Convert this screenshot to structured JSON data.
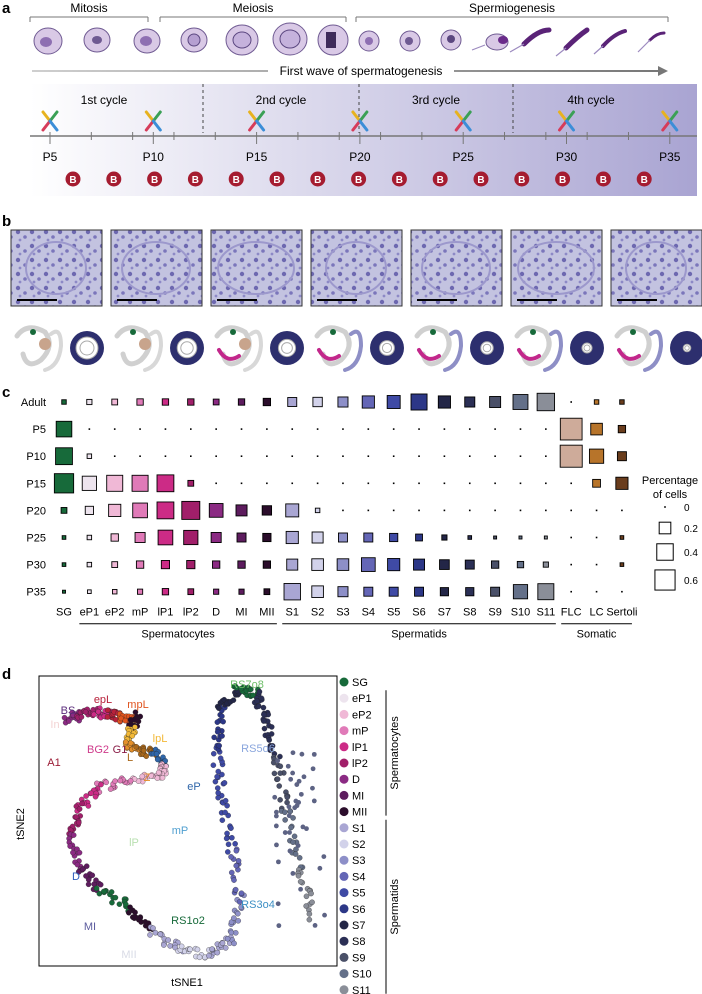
{
  "panel_a": {
    "label": "a",
    "stages": [
      "Mitosis",
      "Meiosis",
      "Spermiogenesis"
    ],
    "wave_label": "First wave of spermatogenesis",
    "cycles": [
      "1st cycle",
      "2nd cycle",
      "3rd cycle",
      "4th cycle"
    ],
    "ages": [
      "P5",
      "P10",
      "P15",
      "P20",
      "P25",
      "P30",
      "P35"
    ],
    "b_marker": "B",
    "b_count": 15,
    "colors": {
      "cycle_gradient": "#a9a4d2",
      "b_marker": "#a51c30"
    }
  },
  "panel_b": {
    "label": "b",
    "micrograph_count": 7,
    "colors": {
      "tissue": "#c3c3e0",
      "nuclei": "#6d68b0"
    }
  },
  "panel_c": {
    "label": "c",
    "rows": [
      "Adult",
      "P5",
      "P10",
      "P15",
      "P20",
      "P25",
      "P30",
      "P35"
    ],
    "columns": [
      "SG",
      "eP1",
      "eP2",
      "mP",
      "lP1",
      "lP2",
      "D",
      "MI",
      "MII",
      "S1",
      "S2",
      "S3",
      "S4",
      "S5",
      "S6",
      "S7",
      "S8",
      "S9",
      "S10",
      "S11",
      "FLC",
      "LC",
      "Sertoli"
    ],
    "column_colors": [
      "#176a3a",
      "#ede4ee",
      "#f0b8d6",
      "#e07ab8",
      "#cc2b86",
      "#a11f6a",
      "#8b2a83",
      "#5d1c5e",
      "#2b0d2b",
      "#a9a6d3",
      "#d2d2ea",
      "#8d8fc8",
      "#6466b6",
      "#3f4aa5",
      "#2c3787",
      "#232647",
      "#2b2f55",
      "#4a5068",
      "#647089",
      "#8a8e98",
      "#ceab9a",
      "#b7742a",
      "#6a3d1d"
    ],
    "groups": [
      {
        "name": "Spermatocytes",
        "from": 1,
        "to": 8
      },
      {
        "name": "Spermatids",
        "from": 9,
        "to": 19
      },
      {
        "name": "Somatic",
        "from": 20,
        "to": 22
      }
    ],
    "legend_title_1": "Percentage",
    "legend_title_2": "of cells",
    "legend_values": [
      "0",
      "0.2",
      "0.4",
      "0.6"
    ],
    "sizes": [
      [
        0.03,
        0.04,
        0.05,
        0.06,
        0.06,
        0.06,
        0.05,
        0.06,
        0.08,
        0.12,
        0.13,
        0.15,
        0.22,
        0.25,
        0.38,
        0.22,
        0.15,
        0.18,
        0.33,
        0.45,
        0,
        0.03,
        0.03
      ],
      [
        0.36,
        0,
        0,
        0,
        0,
        0,
        0,
        0,
        0,
        0,
        0,
        0,
        0,
        0,
        0,
        0,
        0,
        0,
        0,
        0,
        0.7,
        0.2,
        0.08
      ],
      [
        0.42,
        0.03,
        0,
        0,
        0,
        0,
        0,
        0,
        0,
        0,
        0,
        0,
        0,
        0,
        0,
        0,
        0,
        0,
        0,
        0,
        0.72,
        0.3,
        0.12
      ],
      [
        0.55,
        0.3,
        0.38,
        0.38,
        0.42,
        0.05,
        0,
        0,
        0,
        0,
        0,
        0,
        0,
        0,
        0,
        0,
        0,
        0,
        0,
        0,
        0,
        0.09,
        0.22
      ],
      [
        0.05,
        0.1,
        0.22,
        0.32,
        0.42,
        0.48,
        0.28,
        0.18,
        0.13,
        0.25,
        0.03,
        0,
        0,
        0,
        0,
        0,
        0,
        0,
        0,
        0,
        0,
        0,
        0
      ],
      [
        0.02,
        0.03,
        0.08,
        0.15,
        0.32,
        0.3,
        0.15,
        0.12,
        0.1,
        0.22,
        0.18,
        0.12,
        0.12,
        0.1,
        0.07,
        0.04,
        0.02,
        0.01,
        0.01,
        0.01,
        0,
        0,
        0.02
      ],
      [
        0.02,
        0.03,
        0.05,
        0.08,
        0.1,
        0.1,
        0.08,
        0.08,
        0.08,
        0.18,
        0.2,
        0.2,
        0.28,
        0.22,
        0.18,
        0.14,
        0.12,
        0.08,
        0.06,
        0.04,
        0,
        0,
        0.02
      ],
      [
        0.01,
        0.02,
        0.03,
        0.04,
        0.06,
        0.05,
        0.04,
        0.04,
        0.05,
        0.4,
        0.2,
        0.15,
        0.12,
        0.12,
        0.12,
        0.1,
        0.1,
        0.12,
        0.3,
        0.38,
        0,
        0,
        0
      ]
    ]
  },
  "panel_d": {
    "label": "d",
    "xlabel": "tSNE1",
    "ylabel": "tSNE2",
    "cluster_labels": [
      {
        "text": "RS7o8",
        "color": "#6fbf6a"
      },
      {
        "text": "RS5o6",
        "color": "#8aa6dd"
      },
      {
        "text": "RS3o4",
        "color": "#3c8fc4"
      },
      {
        "text": "RS1o2",
        "color": "#176a3a"
      },
      {
        "text": "MII",
        "color": "#d9dbe6"
      },
      {
        "text": "MI",
        "color": "#5c5c9e"
      },
      {
        "text": "D",
        "color": "#2e5ebd"
      },
      {
        "text": "lP",
        "color": "#b9e0b1"
      },
      {
        "text": "mP",
        "color": "#4f9fd0"
      },
      {
        "text": "eP",
        "color": "#2f66a9"
      },
      {
        "text": "Z",
        "color": "#e48f2a"
      },
      {
        "text": "L",
        "color": "#a9681c"
      },
      {
        "text": "lpL",
        "color": "#f2b938"
      },
      {
        "text": "mpL",
        "color": "#e0541f"
      },
      {
        "text": "epL",
        "color": "#b8213b"
      },
      {
        "text": "BS",
        "color": "#5c2d7d"
      },
      {
        "text": "In",
        "color": "#f3d3d3"
      },
      {
        "text": "A1",
        "color": "#9b1c35"
      },
      {
        "text": "BG2",
        "color": "#cf3a8b"
      },
      {
        "text": "G1",
        "color": "#8a1d47"
      }
    ],
    "legend": [
      {
        "name": "SG",
        "color": "#176a3a"
      },
      {
        "name": "eP1",
        "color": "#ede4ee"
      },
      {
        "name": "eP2",
        "color": "#f0b8d6"
      },
      {
        "name": "mP",
        "color": "#e07ab8"
      },
      {
        "name": "lP1",
        "color": "#cc2b86"
      },
      {
        "name": "lP2",
        "color": "#a11f6a"
      },
      {
        "name": "D",
        "color": "#8b2a83"
      },
      {
        "name": "MI",
        "color": "#5d1c5e"
      },
      {
        "name": "MII",
        "color": "#2b0d2b"
      },
      {
        "name": "S1",
        "color": "#a9a6d3"
      },
      {
        "name": "S2",
        "color": "#d2d2ea"
      },
      {
        "name": "S3",
        "color": "#8d8fc8"
      },
      {
        "name": "S4",
        "color": "#6466b6"
      },
      {
        "name": "S5",
        "color": "#3f4aa5"
      },
      {
        "name": "S6",
        "color": "#2c3787"
      },
      {
        "name": "S7",
        "color": "#232647"
      },
      {
        "name": "S8",
        "color": "#2b2f55"
      },
      {
        "name": "S9",
        "color": "#4a5068"
      },
      {
        "name": "S10",
        "color": "#647089"
      },
      {
        "name": "S11",
        "color": "#8a8e98"
      }
    ],
    "legend_groups": [
      "Spermatocytes",
      "Spermatids"
    ]
  }
}
